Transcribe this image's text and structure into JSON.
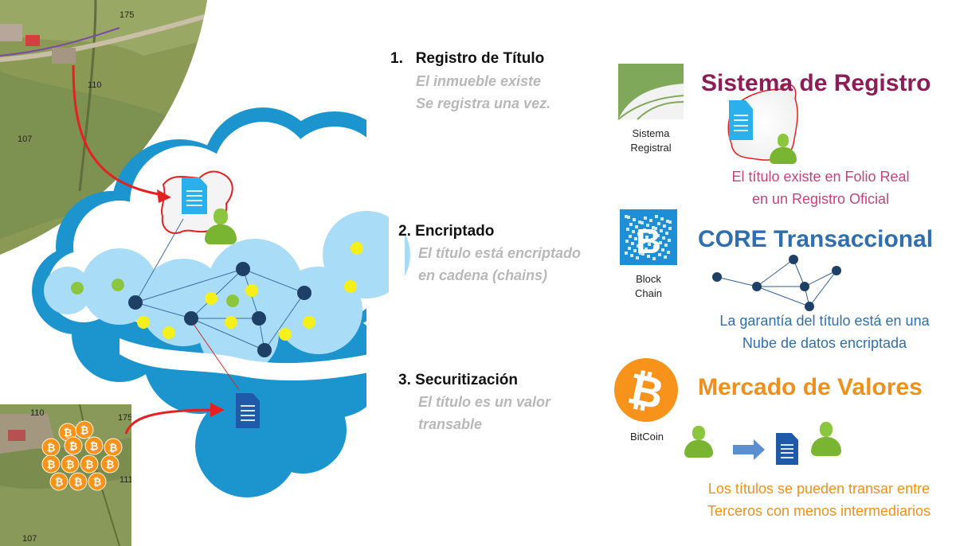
{
  "map_labels": [
    "175",
    "110",
    "107",
    "110",
    "175",
    "111",
    "107"
  ],
  "steps": [
    {
      "number": "1.",
      "title": "Registro de Título",
      "lines": [
        "El inmueble existe",
        "Se registra una vez."
      ]
    },
    {
      "number": "2.",
      "title": "Encriptado",
      "lines": [
        "El título está encriptado",
        "en cadena (chains)"
      ]
    },
    {
      "number": "3.",
      "title": "Securitización",
      "lines": [
        "El título es un valor",
        "transable"
      ]
    }
  ],
  "sections": [
    {
      "logo_caption": [
        "Sistema",
        "Registral"
      ],
      "heading": "Sistema de Registro",
      "heading_color": "#8c1d56",
      "description": [
        "El título existe en Folio Real",
        "en un Registro Oficial"
      ],
      "description_color": "#c0457e"
    },
    {
      "logo_caption": [
        "Block",
        "Chain"
      ],
      "heading": "CORE Transaccional",
      "heading_color": "#2f6fb0",
      "description": [
        "La garantía del título está en una",
        "Nube de datos encriptada"
      ],
      "description_color": "#2f6fb0"
    },
    {
      "logo_caption": [
        "BitCoin"
      ],
      "heading": "Mercado de Valores",
      "heading_color": "#f0901c",
      "description": [
        "Los títulos se pueden transar entre",
        "Terceros con menos intermediarios"
      ],
      "description_color": "#f0901c"
    }
  ],
  "colors": {
    "network_node": "#1e3f66",
    "yellow_node": "#f5ef1a",
    "green_node": "#8cc63e",
    "cloud_dark": "#1c95cf",
    "cloud_light": "#a9dcf6",
    "arrow": "#e62020",
    "bitcoin": "#f7931a"
  },
  "icons": [
    "document-icon",
    "user-icon",
    "blockchain-logo-icon",
    "bitcoin-logo-icon",
    "registry-logo-icon",
    "arrow-right-icon",
    "map-photo"
  ]
}
